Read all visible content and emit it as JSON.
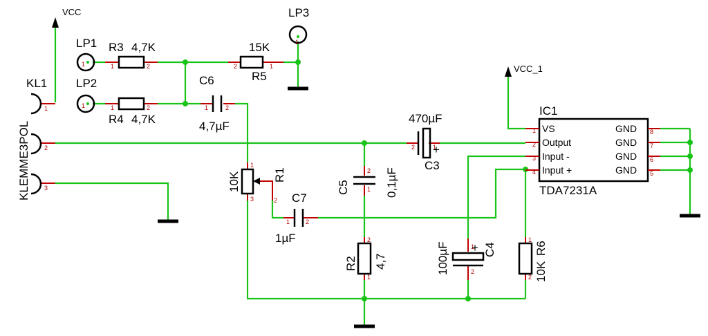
{
  "supplies": {
    "vcc": "VCC",
    "vcc1": "VCC_1"
  },
  "connectors": {
    "kl1_ref": "KL1",
    "kl1_value": "KLEMME3POL",
    "lp1": "LP1",
    "lp2": "LP2",
    "lp3": "LP3"
  },
  "resistors": {
    "r3_ref": "R3",
    "r3_val": "4,7K",
    "r4_ref": "R4",
    "r4_val": "4,7K",
    "r5_ref": "R5",
    "r5_val": "15K",
    "r1_ref": "R1",
    "r1_val": "10K",
    "r2_ref": "R2",
    "r2_val": "4,7",
    "r6_ref": "R6",
    "r6_val": "10K"
  },
  "capacitors": {
    "c6_ref": "C6",
    "c6_val": "4,7µF",
    "c3_ref": "C3",
    "c3_val": "470µF",
    "c5_ref": "C5",
    "c5_val": "0,1µF",
    "c7_ref": "C7",
    "c7_val": "1µF",
    "c4_ref": "C4",
    "c4_val": "100µF",
    "plus": "+"
  },
  "ic": {
    "ref": "IC1",
    "value": "TDA7231A",
    "pin_vs": "VS",
    "pin_output": "Output",
    "pin_input_minus": "Input -",
    "pin_input_plus": "Input +",
    "pin_gnd": "GND"
  },
  "pins": {
    "p1": "1",
    "p2": "2",
    "p3": "3",
    "p4": "4",
    "p5": "5",
    "p6": "6",
    "p7": "7",
    "p8": "8"
  },
  "colors": {
    "wire": "#19c419",
    "pin_stub": "#c00000",
    "part": "#000000"
  }
}
